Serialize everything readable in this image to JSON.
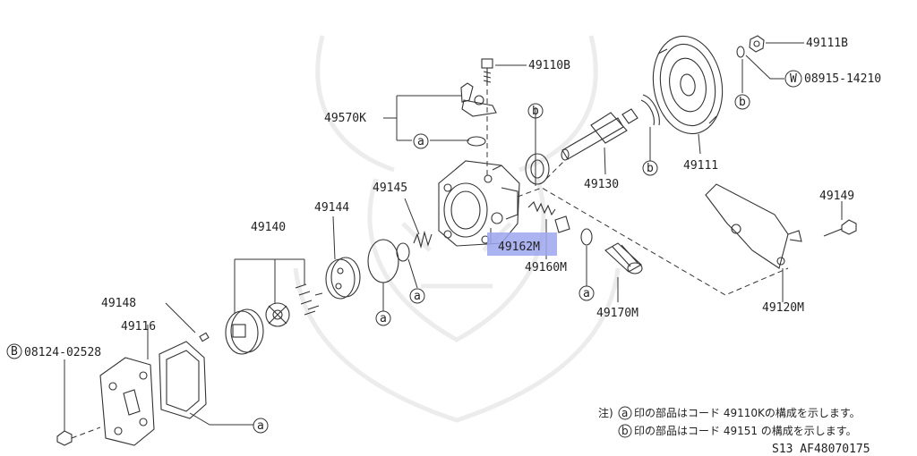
{
  "labels": {
    "p49110b": "49110B",
    "p49111b": "49111B",
    "p08915": "08915-14210",
    "p49111": "49111",
    "p49130": "49130",
    "p49570k": "49570K",
    "p49145": "49145",
    "p49144": "49144",
    "p49140": "49140",
    "p49162m": "49162M",
    "p49160m": "49160M",
    "p49170m": "49170M",
    "p49120m": "49120M",
    "p49149": "49149",
    "p49148": "49148",
    "p49116": "49116",
    "p08124": "08124-02528"
  },
  "markers": {
    "a": "a",
    "b": "b",
    "b_upper": "B",
    "w": "W"
  },
  "notes": {
    "prefix": "注)",
    "line_a": "印の部品はコード 49110Kの構成を示します。",
    "line_b": "印の部品はコード 49151 の構成を示します。",
    "code": "S13 AF48070175"
  },
  "colors": {
    "highlight": "#9ea6ee",
    "line": "#333333"
  }
}
